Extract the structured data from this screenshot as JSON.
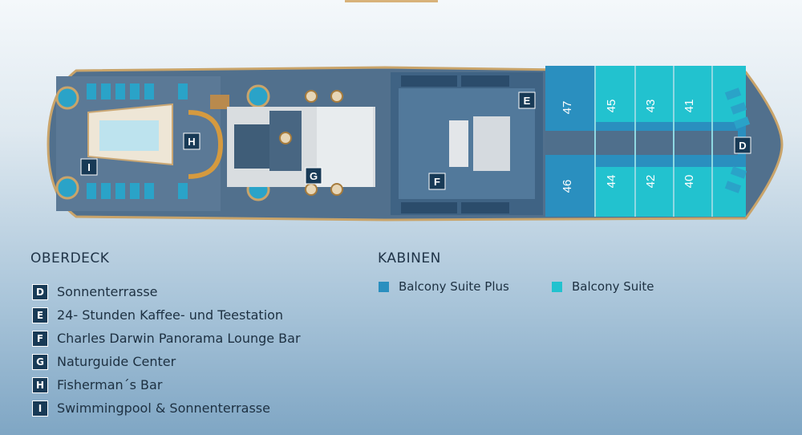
{
  "map": {
    "deck_title": "OBERDECK",
    "cabins_title": "KABINEN",
    "legend": [
      {
        "key": "D",
        "label": "Sonnenterrasse"
      },
      {
        "key": "E",
        "label": "24- Stunden Kaffee- und Teestation"
      },
      {
        "key": "F",
        "label": "Charles Darwin Panorama Lounge Bar"
      },
      {
        "key": "G",
        "label": "Naturguide Center"
      },
      {
        "key": "H",
        "label": "Fisherman´s Bar"
      },
      {
        "key": "I",
        "label": "Swimmingpool & Sonnenterrasse"
      }
    ],
    "cabin_types": [
      {
        "label": "Balcony Suite Plus",
        "color": "#2a8fbf"
      },
      {
        "label": "Balcony Suite",
        "color": "#22c2cf"
      }
    ],
    "markers": [
      "D",
      "E",
      "F",
      "G",
      "H",
      "I"
    ],
    "cabins": {
      "suite_plus": [
        "47",
        "46"
      ],
      "suite": [
        "45",
        "43",
        "41",
        "44",
        "42",
        "40"
      ]
    }
  },
  "colors": {
    "deck": "#55728f",
    "hull_outline": "#c9a46a",
    "marker_bg": "#183a56",
    "suite_plus": "#2a8fbf",
    "suite": "#22c2cf"
  }
}
